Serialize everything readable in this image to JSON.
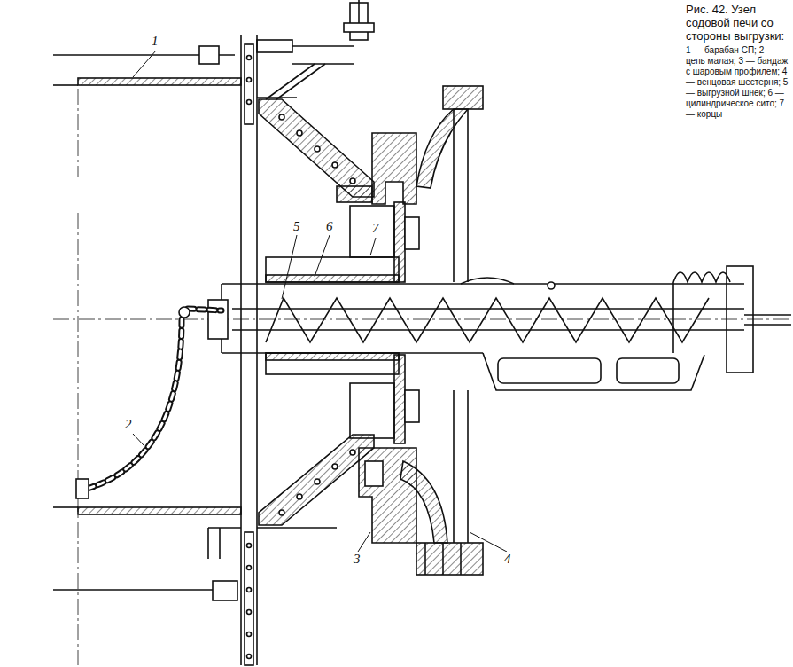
{
  "diagram": {
    "title": "Рис. 42. Узел содовой печи со стороны выгрузки:",
    "caption": "1 — барабан СП; 2 — цепь малая; 3 — бандаж с шаровым профилем; 4 — венцовая шестерня; 5 — выгрузной шнек; 6 — цилиндрическое сито; 7 — корцы",
    "labels": [
      "1",
      "2",
      "3",
      "4",
      "5",
      "6",
      "7"
    ]
  }
}
